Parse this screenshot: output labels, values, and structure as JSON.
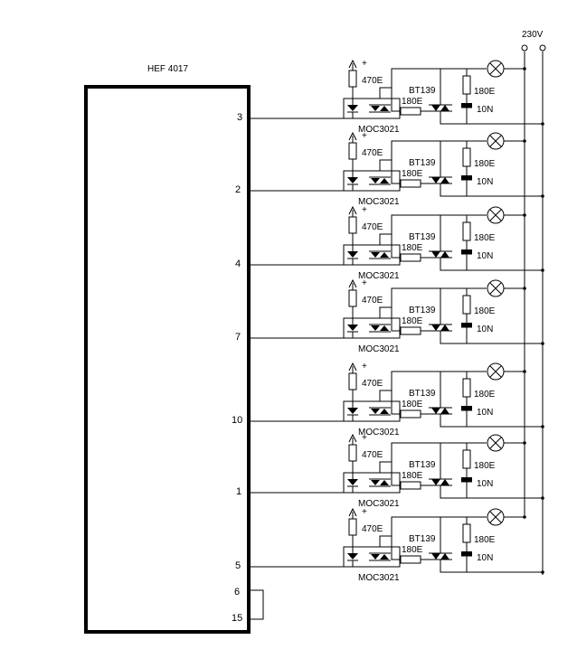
{
  "ic": {
    "name": "HEF 4017",
    "pins_extra": [
      "6",
      "15"
    ]
  },
  "supply": {
    "label": "230V",
    "plus": "+"
  },
  "stages": [
    {
      "pin": "3",
      "r_led": "470E",
      "r_gate": "180E",
      "opto": "MOC3021",
      "triac": "BT139",
      "r_snub": "180E",
      "c_snub": "10N"
    },
    {
      "pin": "2",
      "r_led": "470E",
      "r_gate": "180E",
      "opto": "MOC3021",
      "triac": "BT139",
      "r_snub": "180E",
      "c_snub": "10N"
    },
    {
      "pin": "4",
      "r_led": "470E",
      "r_gate": "180E",
      "opto": "MOC3021",
      "triac": "BT139",
      "r_snub": "180E",
      "c_snub": "10N"
    },
    {
      "pin": "7",
      "r_led": "470E",
      "r_gate": "180E",
      "opto": "MOC3021",
      "triac": "BT139",
      "r_snub": "180E",
      "c_snub": "10N"
    },
    {
      "pin": "10",
      "r_led": "470E",
      "r_gate": "180E",
      "opto": "MOC3021",
      "triac": "BT139",
      "r_snub": "180E",
      "c_snub": "10N"
    },
    {
      "pin": "1",
      "r_led": "470E",
      "r_gate": "180E",
      "opto": "MOC3021",
      "triac": "BT139",
      "r_snub": "180E",
      "c_snub": "10N"
    },
    {
      "pin": "5",
      "r_led": "470E",
      "r_gate": "180E",
      "opto": "MOC3021",
      "triac": "BT139",
      "r_snub": "180E",
      "c_snub": "10N"
    }
  ]
}
